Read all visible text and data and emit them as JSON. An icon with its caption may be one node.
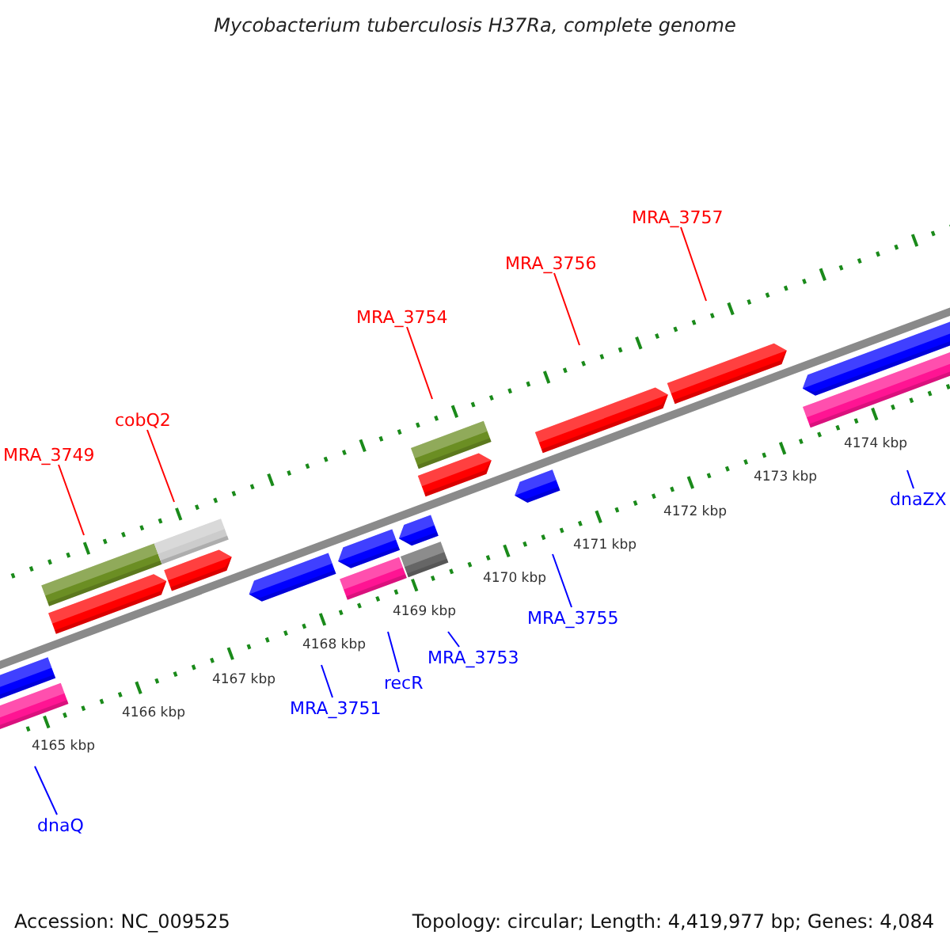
{
  "diagram": {
    "title": "Mycobacterium tuberculosis H37Ra, complete genome",
    "nodes": [
      {
        "text": [
          "MRA_3749"
        ]
      },
      {
        "text": [
          "cobQ2"
        ]
      },
      {
        "text": [
          "MRA_3754"
        ]
      },
      {
        "text": [
          "MRA_3756"
        ]
      },
      {
        "text": [
          "MRA_3757"
        ]
      },
      {
        "text": [
          "dnaQ"
        ]
      },
      {
        "text": [
          "MRA_3751"
        ]
      },
      {
        "text": [
          "recR"
        ]
      },
      {
        "text": [
          "MRA_3753"
        ]
      },
      {
        "text": [
          "MRA_3755"
        ]
      },
      {
        "text": [
          "dnaZX"
        ]
      }
    ],
    "edges": [
      {
        "from": 0,
        "to": null,
        "arrow": "none",
        "color": "#ff0000"
      },
      {
        "from": 1,
        "to": null,
        "arrow": "none",
        "color": "#ff0000"
      },
      {
        "from": 2,
        "to": null,
        "arrow": "none",
        "color": "#ff0000"
      },
      {
        "from": 3,
        "to": null,
        "arrow": "none",
        "color": "#ff0000"
      },
      {
        "from": 4,
        "to": null,
        "arrow": "none",
        "color": "#ff0000"
      },
      {
        "from": 5,
        "to": null,
        "arrow": "none"
      },
      {
        "from": 6,
        "to": null,
        "arrow": "none"
      },
      {
        "from": 7,
        "to": null,
        "arrow": "none"
      },
      {
        "from": 8,
        "to": null,
        "arrow": "none"
      },
      {
        "from": 9,
        "to": null,
        "arrow": "none"
      },
      {
        "from": 10,
        "to": null,
        "arrow": "none"
      }
    ],
    "labels": [
      "4165 kbp",
      "4166 kbp",
      "4167 kbp",
      "4168 kbp",
      "4169 kbp",
      "4170 kbp",
      "4171 kbp",
      "4172 kbp",
      "4173 kbp",
      "4174 kbp",
      "Accession: NC_009525",
      "Topology: circular; Length: 4,419,977 bp; Genes: 4,084"
    ]
  }
}
